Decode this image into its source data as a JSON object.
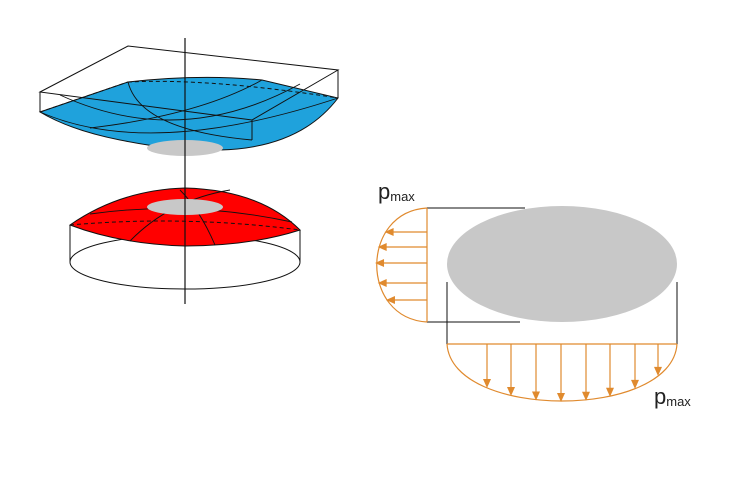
{
  "labels": {
    "pmax_left": {
      "main": "p",
      "sub": "max"
    },
    "pmax_bottom": {
      "main": "p",
      "sub": "max"
    }
  },
  "colors": {
    "upper_surface": "#1fa2dc",
    "lower_surface": "#ff0000",
    "contact_area": "#c8c8c8",
    "pressure": "#e08a2e",
    "outline": "#111111"
  },
  "icons": [
    "arrow-left-icon",
    "arrow-down-icon"
  ]
}
